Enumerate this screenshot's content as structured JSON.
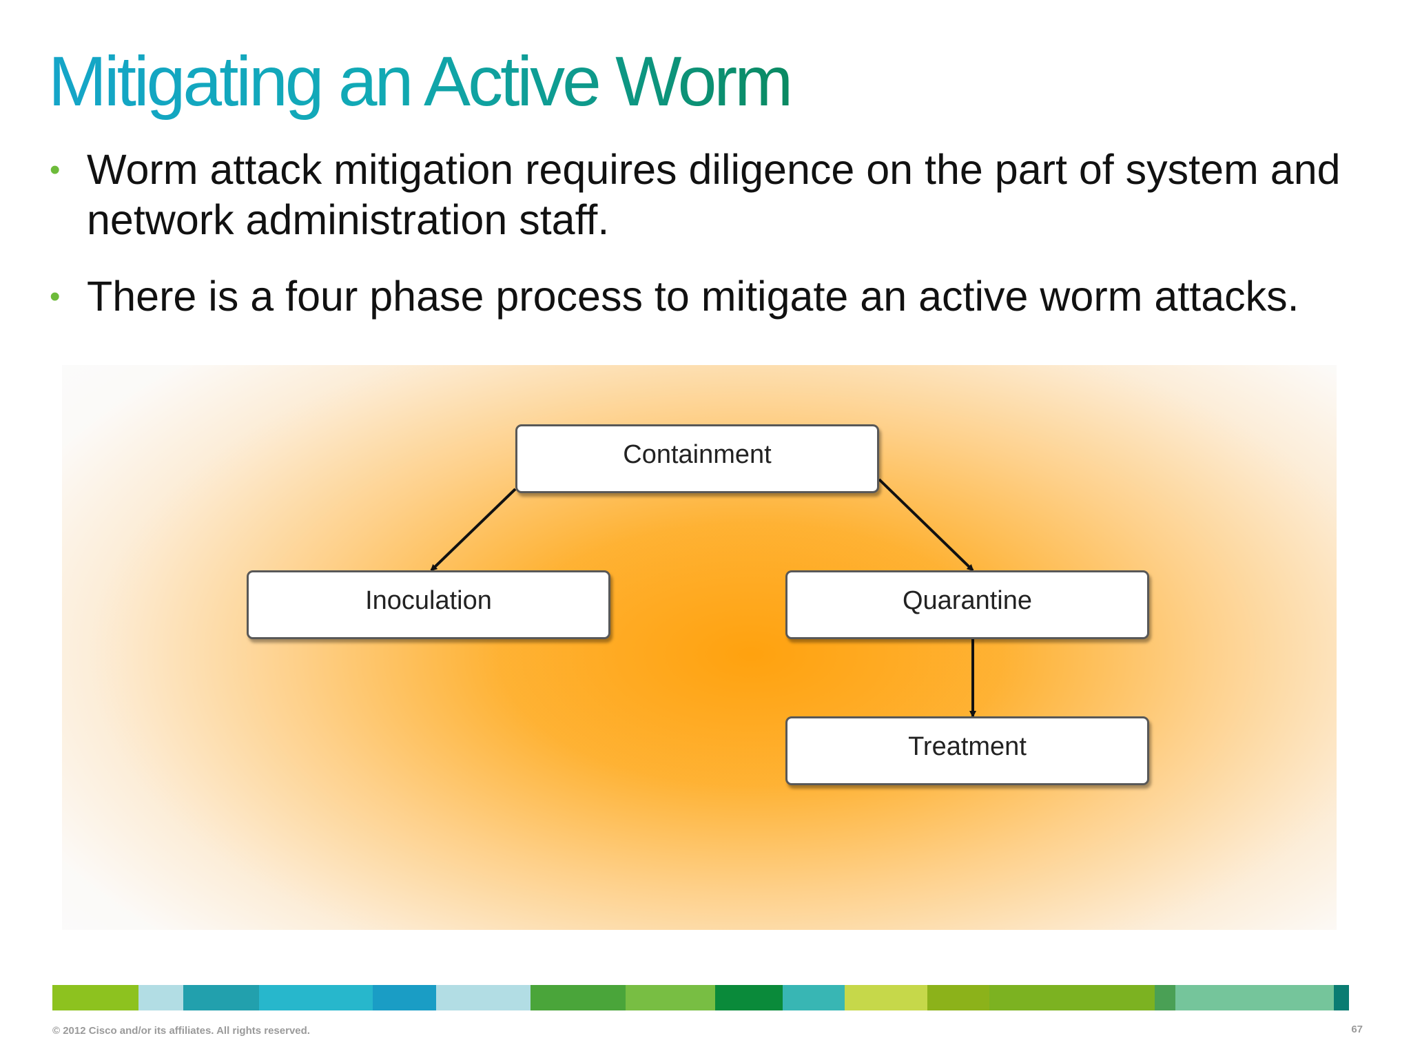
{
  "slide": {
    "title": "Mitigating an Active Worm",
    "bullets": [
      "Worm attack mitigation requires diligence on the part of system and network administration staff.",
      "There is a four phase process to mitigate an active worm attacks."
    ],
    "bullet_marker": "•",
    "bullet_color": "#6dbb3a"
  },
  "diagram": {
    "nodes": {
      "containment": "Containment",
      "inoculation": "Inoculation",
      "quarantine": "Quarantine",
      "treatment": "Treatment"
    },
    "edges": [
      {
        "from": "containment",
        "to": "inoculation"
      },
      {
        "from": "containment",
        "to": "quarantine"
      },
      {
        "from": "quarantine",
        "to": "treatment"
      }
    ],
    "glow_color": "#ffa00a"
  },
  "footer": {
    "copyright": "© 2012 Cisco and/or its affiliates. All rights reserved.",
    "page_number": "67",
    "color_bar": [
      "#8dc21f",
      "#b2dde4",
      "#22a0ad",
      "#27b7cc",
      "#1a9dc5",
      "#b2dde4",
      "#4aa53a",
      "#78be43",
      "#0a8a3a",
      "#38b6b4",
      "#c6d84a",
      "#8cb21a",
      "#7cb221",
      "#4aa055",
      "#75c59b",
      "#0a7c72"
    ]
  }
}
